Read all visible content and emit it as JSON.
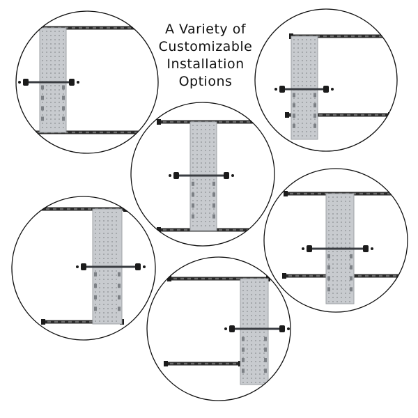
{
  "title_lines": [
    "A Variety of",
    "Customizable",
    "Installation",
    "Options"
  ],
  "colors": {
    "circle_stroke": "#111111",
    "pegboard": "#c8cbcf",
    "pegboard_edge": "#9ea2a6",
    "peg_hole": "#8a8e92",
    "rail": "#2a2a2a",
    "bracket": "#1b1b1b",
    "crossbar": "#3a3d42"
  },
  "options_count": 6
}
